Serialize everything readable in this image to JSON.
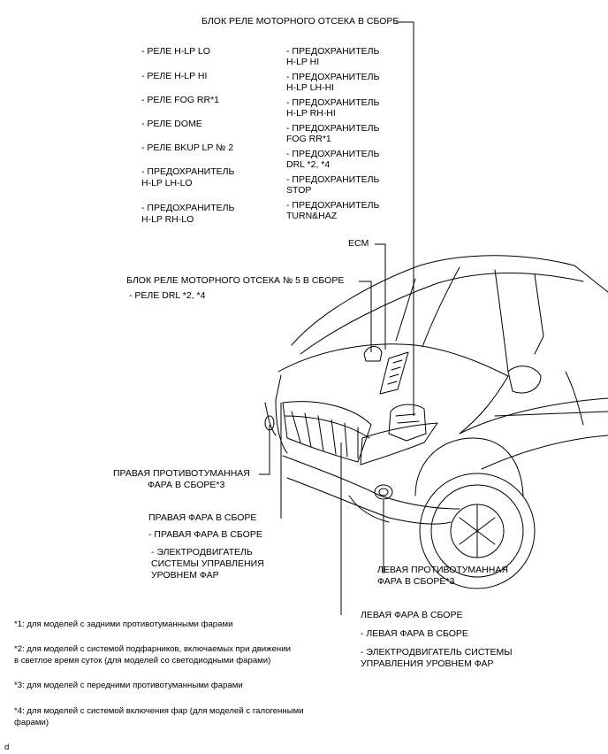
{
  "main_relay_block": {
    "title": "БЛОК РЕЛЕ МОТОРНОГО ОТСЕКА В СБОРЕ",
    "left_items": [
      [
        "- РЕЛЕ H-LP LO"
      ],
      [
        "- РЕЛЕ H-LP HI"
      ],
      [
        "- РЕЛЕ FOG RR*1"
      ],
      [
        "- РЕЛЕ DOME"
      ],
      [
        "- РЕЛЕ BKUP LP № 2"
      ],
      [
        "- ПРЕДОХРАНИТЕЛЬ",
        "H-LP LH-LO"
      ],
      [
        "- ПРЕДОХРАНИТЕЛЬ",
        "H-LP RH-LO"
      ]
    ],
    "right_items": [
      [
        "- ПРЕДОХРАНИТЕЛЬ",
        "H-LP HI"
      ],
      [
        "- ПРЕДОХРАНИТЕЛЬ",
        "H-LP LH-HI"
      ],
      [
        "- ПРЕДОХРАНИТЕЛЬ",
        "H-LP RH-HI"
      ],
      [
        "- ПРЕДОХРАНИТЕЛЬ",
        "FOG RR*1"
      ],
      [
        "- ПРЕДОХРАНИТЕЛЬ",
        "DRL *2, *4"
      ],
      [
        "- ПРЕДОХРАНИТЕЛЬ",
        "STOP"
      ],
      [
        "- ПРЕДОХРАНИТЕЛЬ",
        "TURN&HAZ"
      ]
    ]
  },
  "ecm_label": "ECM",
  "relay_block_5": {
    "title": "БЛОК РЕЛЕ МОТОРНОГО ОТСЕКА № 5 В СБОРЕ",
    "item": "- РЕЛЕ DRL *2, *4"
  },
  "right_fog": [
    "ПРАВАЯ ПРОТИВОТУМАННАЯ",
    "ФАРА В СБОРЕ*3"
  ],
  "right_headlamp": {
    "title": "ПРАВАЯ ФАРА В СБОРЕ",
    "item1": "- ПРАВАЯ ФАРА В СБОРЕ",
    "item2": [
      "- ЭЛЕКТРОДВИГАТЕЛЬ",
      "СИСТЕМЫ УПРАВЛЕНИЯ",
      "УРОВНЕМ ФАР"
    ]
  },
  "left_fog": [
    "ЛЕВАЯ ПРОТИВОТУМАННАЯ",
    "ФАРА В СБОРЕ*3"
  ],
  "left_headlamp": {
    "title": "ЛЕВАЯ ФАРА В СБОРЕ",
    "item1": "- ЛЕВАЯ ФАРА В СБОРЕ",
    "item2": [
      "- ЭЛЕКТРОДВИГАТЕЛЬ СИСТЕМЫ",
      "УПРАВЛЕНИЯ УРОВНЕМ ФАР"
    ]
  },
  "notes": [
    [
      "*1: для моделей с задними противотуманными фарами"
    ],
    [
      "*2: для моделей с системой подфарников, включаемых при движении",
      "в светлое время суток (для моделей со светодиодными фарами)"
    ],
    [
      "*3: для моделей с передними противотуманными фарами"
    ],
    [
      "*4: для моделей с системой включения фар (для моделей с галогенными",
      "фарами)"
    ]
  ],
  "corner_mark": "d"
}
